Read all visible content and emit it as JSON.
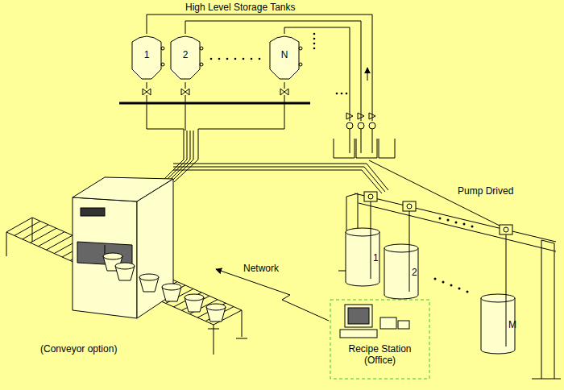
{
  "diagram": {
    "nodes": [
      {
        "text": [
          "1"
        ]
      },
      {
        "text": [
          "2"
        ]
      },
      {
        "text": [
          "N"
        ]
      },
      {
        "text": [
          "1"
        ]
      },
      {
        "text": [
          "2"
        ]
      },
      {
        "text": [
          "M"
        ]
      },
      {
        "text": [
          "Recipe Station (Office)"
        ]
      }
    ],
    "labels": [
      "High Level Storage Tanks",
      "Pump Drived",
      "Network",
      "(Conveyor option)"
    ]
  }
}
